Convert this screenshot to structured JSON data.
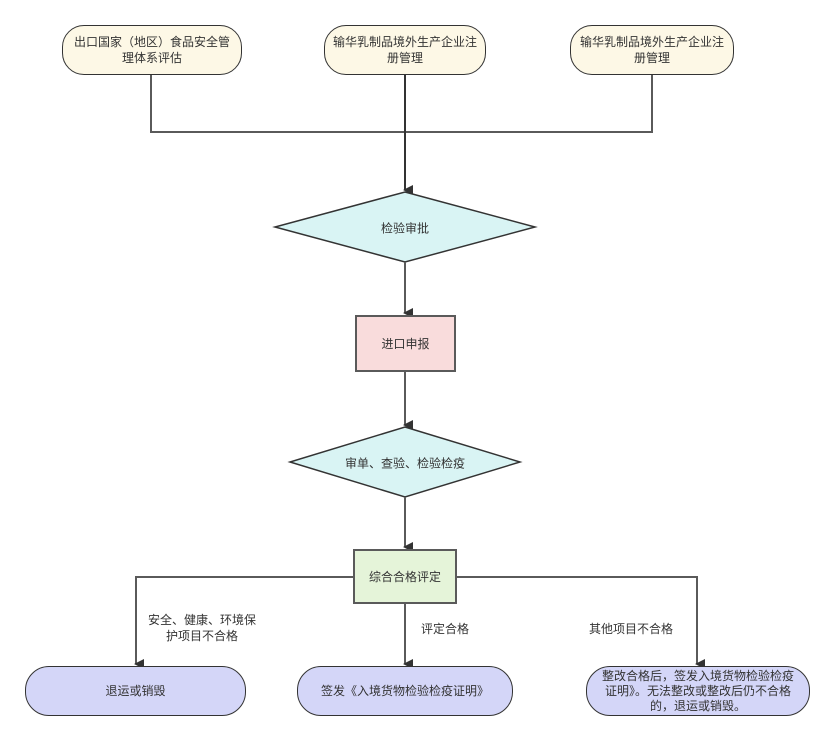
{
  "colors": {
    "start_fill": "#fdf8e6",
    "decision_fill": "#d9f4f4",
    "process_pink_fill": "#f9dcdc",
    "process_green_fill": "#e5f4d9",
    "end_fill": "#d4d6f8",
    "line": "#5a5a5a",
    "arrow": "#333333"
  },
  "nodes": {
    "start_1": "出口国家（地区）食品安全管理体系评估",
    "start_2": "输华乳制品境外生产企业注册管理",
    "start_3": "输华乳制品境外生产企业注册管理",
    "decision_approval": "检验审批",
    "process_import_declaration": "进口申报",
    "decision_inspection": "审单、查验、检验检疫",
    "process_evaluation": "综合合格评定",
    "end_return_destroy": "退运或销毁",
    "end_certificate": "签发《入境货物检验检疫证明》",
    "end_rectify": "整改合格后，签发入境货物检验检疫证明》。无法整改或整改后仍不合格的，退运或销毁。"
  },
  "edge_labels": {
    "unqualified_safety": "安全、健康、环境保护项目不合格",
    "qualified": "评定合格",
    "unqualified_other": "其他项目不合格"
  }
}
